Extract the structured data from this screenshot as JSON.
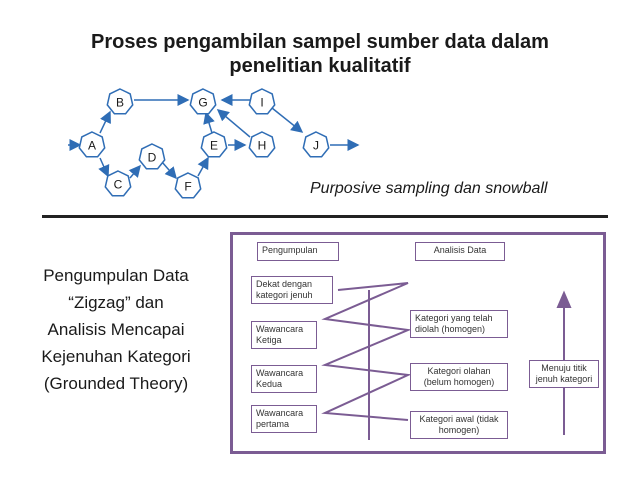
{
  "title": {
    "line1": "Proses pengambilan sampel sumber data dalam",
    "line2": "penelitian kualitatif"
  },
  "nodes": [
    "A",
    "B",
    "C",
    "D",
    "E",
    "F",
    "G",
    "H",
    "I",
    "J"
  ],
  "caption": "Purposive sampling dan snowball",
  "left_text": {
    "line1": "Pengumpulan Data",
    "line2": "“Zigzag” dan",
    "line3": "Analisis Mencapai",
    "line4": "Kejenuhan Kategori",
    "line5": "(Grounded Theory)"
  },
  "panel": {
    "pengumpulan": "Pengumpulan",
    "analisis": "Analisis Data",
    "dekat": [
      "Dekat dengan",
      "kategori jenuh"
    ],
    "ketiga": [
      "Wawancara",
      "Ketiga"
    ],
    "kedua": [
      "Wawancara",
      "Kedua"
    ],
    "pertama": [
      "Wawancara",
      "pertama"
    ],
    "homogen": [
      "Kategori yang telah",
      "diolah (homogen)"
    ],
    "olahan": [
      "Kategori olahan",
      "(belum homogen)"
    ],
    "awal": [
      "Kategori awal (tidak",
      "homogen)"
    ],
    "menuju": [
      "Menuju titik",
      "jenuh kategori"
    ]
  }
}
